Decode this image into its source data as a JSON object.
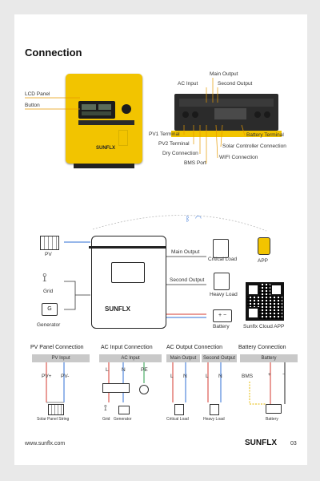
{
  "heading": "Connection",
  "front_labels": [
    "LCD Panel",
    "Button"
  ],
  "device_brand": "SUNFLX",
  "rear_labels": {
    "main_output": "Main Output",
    "ac_input": "AC Input",
    "second_output": "Second Output",
    "pv1": "PV1 Terminal",
    "pv2": "PV2 Terminal",
    "dry": "Dry Connection",
    "bms": "BMS Port",
    "battery": "Battery Terminal",
    "solar_ctrl": "Solar Controller Connection",
    "wifi": "WIFI Connection"
  },
  "system": {
    "left": [
      "PV",
      "Grid",
      "Generator"
    ],
    "main_output": "Main Output",
    "second_output": "Second Output",
    "critical_load": "Critical Load",
    "heavy_load": "Heavy Load",
    "battery": "Battery",
    "app": "APP",
    "cloud": "Sunflx Cloud APP",
    "brand": "SUNFLX"
  },
  "sections": {
    "pv": {
      "title": "PV Panel Connection",
      "bar": "PV Input",
      "plus": "PV+",
      "minus": "PV-",
      "caption": "Solar Panel String"
    },
    "ac": {
      "title": "AC Input Connection",
      "bar": "AC Input",
      "l": "L",
      "n": "N",
      "pe": "PE",
      "grid": "Grid",
      "gen": "Generator"
    },
    "out": {
      "title": "AC Output Connection",
      "bar1": "Main Output",
      "bar2": "Second Output",
      "l": "L",
      "n": "N",
      "l2": "L",
      "n2": "N",
      "crit": "Critical Load",
      "heavy": "Heavy Load"
    },
    "bat": {
      "title": "Battery Connection",
      "bar": "Battery",
      "bms": "BMS",
      "plus": "+",
      "minus": "−",
      "caption": "Battery"
    }
  },
  "footer": {
    "url": "www.sunflx.com",
    "brand": "SUNFLX",
    "page": "03"
  }
}
